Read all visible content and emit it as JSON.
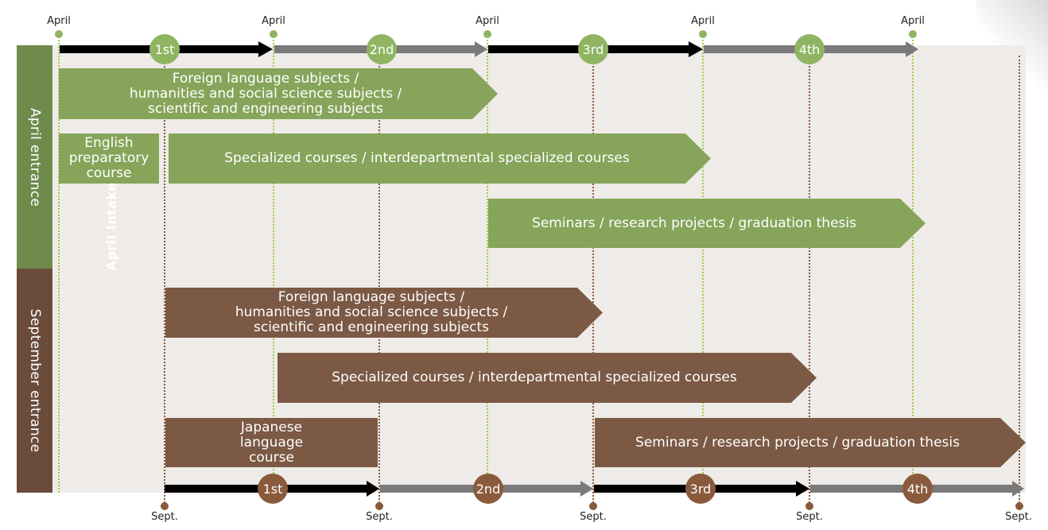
{
  "top_axis": {
    "point_label": "April",
    "years": [
      "1st",
      "2nd",
      "3rd",
      "4th"
    ]
  },
  "bottom_axis": {
    "point_label": "Sept.",
    "years": [
      "1st",
      "2nd",
      "3rd",
      "4th"
    ]
  },
  "sections": {
    "april": "April entrance",
    "september": "September entrance"
  },
  "april_bars": {
    "general": "Foreign language subjects /\nhumanities and social science subjects /\nscientific and engineering subjects",
    "english": "English\npreparatory\ncourse",
    "specialized": "Specialized courses / interdepartmental specialized courses",
    "seminars": "Seminars / research projects / graduation thesis"
  },
  "september_bars": {
    "general": "Foreign language subjects /\nhumanities and social science subjects /\nscientific and engineering subjects",
    "specialized": "Specialized courses / interdepartmental specialized courses",
    "japanese": "Japanese\nlanguage\ncourse",
    "seminars": "Seminars / research projects / graduation thesis"
  },
  "watermark": "April Intake",
  "colors": {
    "april_green": "#86a45a",
    "september_brown": "#7b5944",
    "timeline_black": "#000000",
    "timeline_gray": "#7a7a7a"
  }
}
